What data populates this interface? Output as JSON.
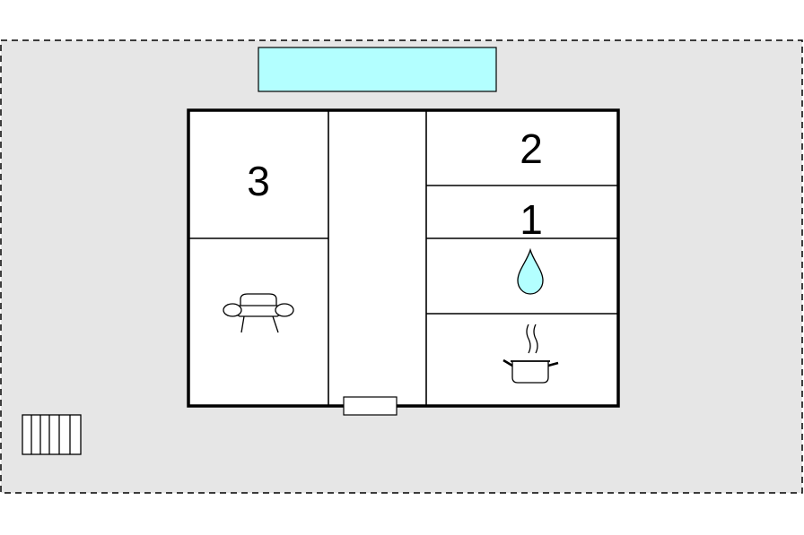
{
  "colors": {
    "page_background": "#ffffff",
    "plot_fill": "#e6e6e6",
    "pool_fill": "#b3ffff",
    "water_drop_fill": "#b3ffff",
    "wall_color": "#000000",
    "line_color": "#000000"
  },
  "rooms": {
    "bedroom_left": {
      "label": "3"
    },
    "bedroom_top_right": {
      "label": "2"
    },
    "bedroom_mid_right": {
      "label": "1"
    }
  },
  "icons": {
    "living": "sofa-icon",
    "bathroom": "water-drop-icon",
    "kitchen": "cooking-pot-icon",
    "terrace": "fence-icon",
    "pool": "pool"
  }
}
